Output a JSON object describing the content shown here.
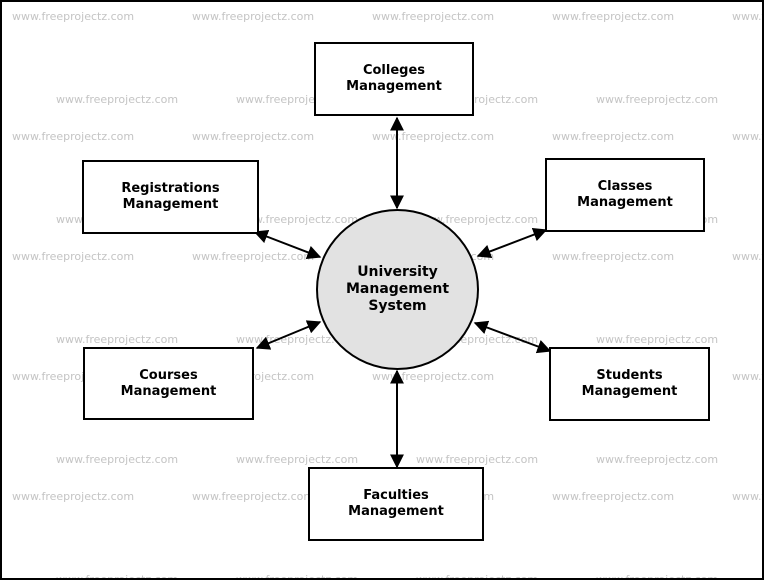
{
  "watermark": "www.freeprojectz.com",
  "center": {
    "lines": [
      "University",
      "Management",
      "System"
    ]
  },
  "modules": {
    "colleges": [
      "Colleges",
      "Management"
    ],
    "registrations": [
      "Registrations",
      "Management"
    ],
    "classes": [
      "Classes",
      "Management"
    ],
    "courses": [
      "Courses",
      "Management"
    ],
    "students": [
      "Students",
      "Management"
    ],
    "faculties": [
      "Faculties",
      "Management"
    ]
  },
  "colors": {
    "center_fill": "#e2e2e2",
    "line": "#000000",
    "watermark": "#c4c4c4"
  }
}
